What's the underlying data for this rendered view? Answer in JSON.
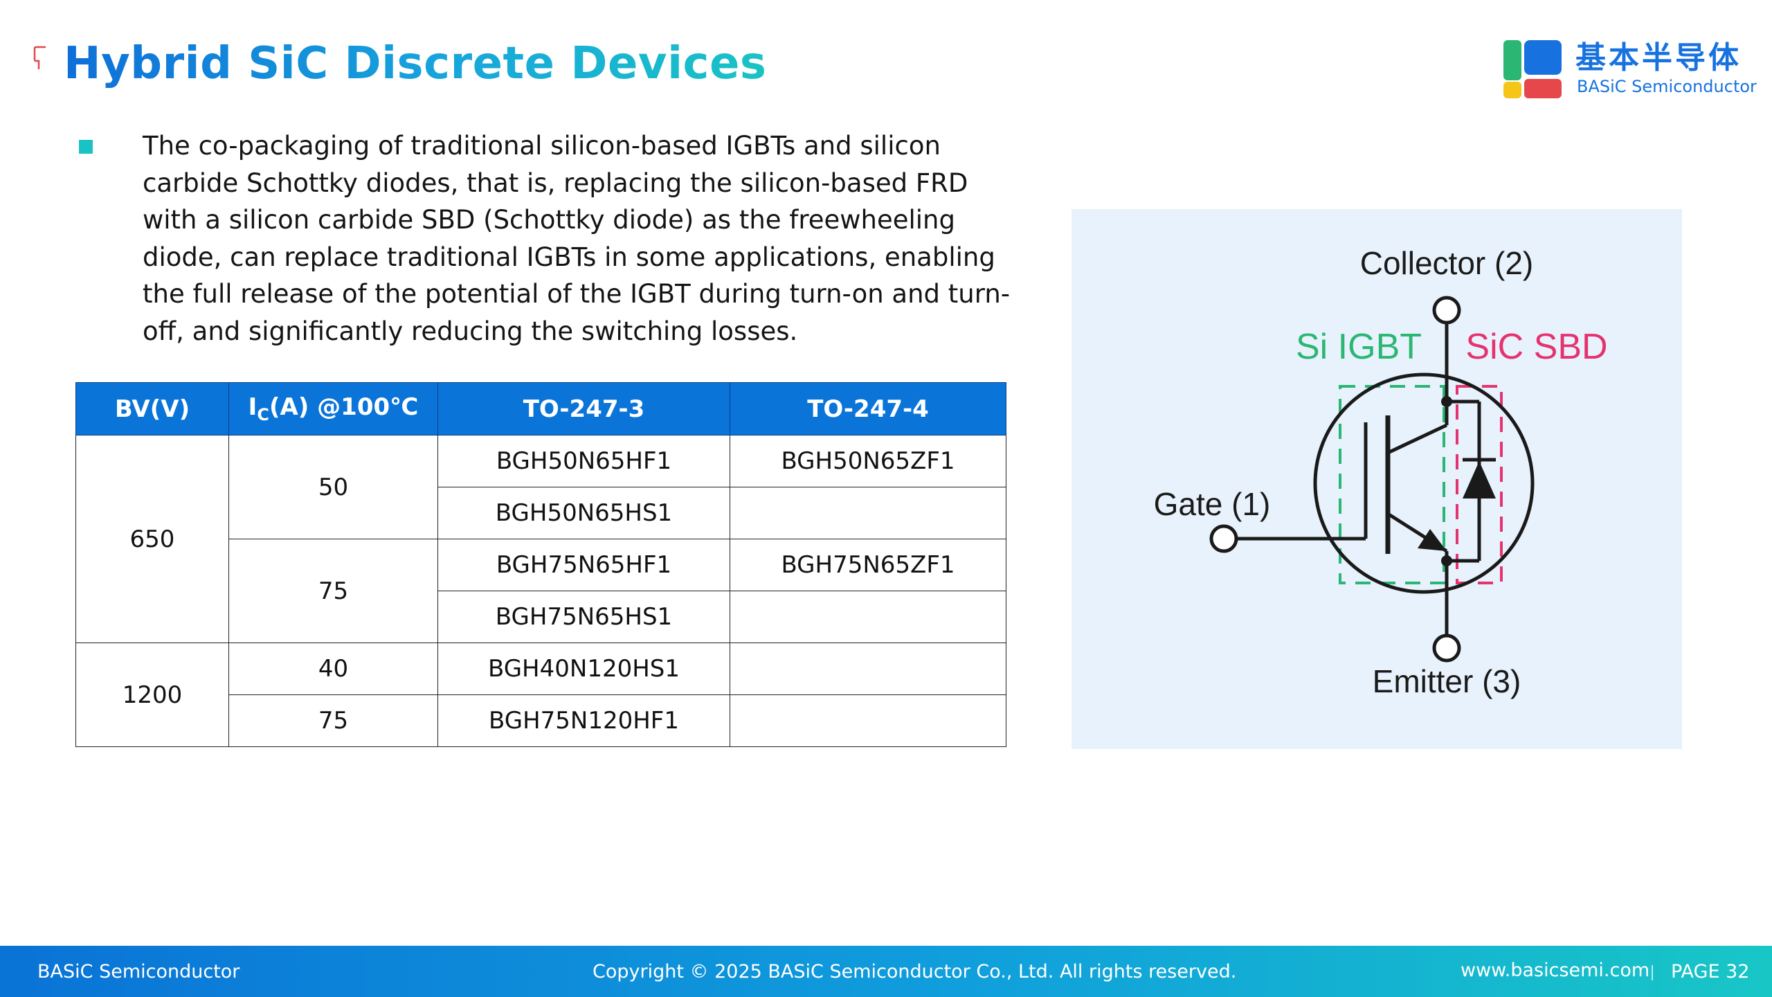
{
  "slide": {
    "title": "Hybrid SiC Discrete Devices",
    "accent_color": "#1279dc"
  },
  "logo": {
    "cn": "基本半导体",
    "en": "BASiC Semiconductor",
    "colors": {
      "blue": "#1772e0",
      "green": "#2bb673",
      "yellow": "#f5c518",
      "red": "#e5474b"
    }
  },
  "bullet": {
    "text": "The co-packaging of traditional silicon-based IGBTs and silicon carbide Schottky diodes, that is, replacing the silicon-based FRD with a silicon carbide SBD (Schottky diode) as the freewheeling diode, can replace traditional IGBTs in some applications, enabling the full release of the potential of the IGBT during turn-on and turn-off, and significantly reducing the switching losses."
  },
  "table": {
    "headers": {
      "bv": "BV(V)",
      "ic_main": "I",
      "ic_sub": "C",
      "ic_rest": "(A) @100℃",
      "to3": "TO-247-3",
      "to4": "TO-247-4"
    },
    "bv_650": "650",
    "bv_1200": "1200",
    "ic_50": "50",
    "ic_75a": "75",
    "ic_40": "40",
    "ic_75b": "75",
    "rows": [
      {
        "to3": "BGH50N65HF1",
        "to4": "BGH50N65ZF1"
      },
      {
        "to3": "BGH50N65HS1",
        "to4": ""
      },
      {
        "to3": "BGH75N65HF1",
        "to4": "BGH75N65ZF1"
      },
      {
        "to3": "BGH75N65HS1",
        "to4": ""
      },
      {
        "to3": "BGH40N120HS1",
        "to4": ""
      },
      {
        "to3": "BGH75N120HF1",
        "to4": ""
      }
    ]
  },
  "diagram": {
    "collector": "Collector (2)",
    "gate": "Gate (1)",
    "emitter": "Emitter (3)",
    "si_igbt": "Si IGBT",
    "sic_sbd": "SiC SBD",
    "colors": {
      "si": "#2bb673",
      "sic": "#e5336f",
      "line": "#1a1a1a",
      "bg": "#e8f2fc"
    }
  },
  "footer": {
    "company": "BASiC Semiconductor",
    "copyright": "Copyright © 2025 BASiC Semiconductor Co., Ltd. All rights reserved.",
    "url": "www.basicsemi.com",
    "page": "PAGE 32"
  }
}
